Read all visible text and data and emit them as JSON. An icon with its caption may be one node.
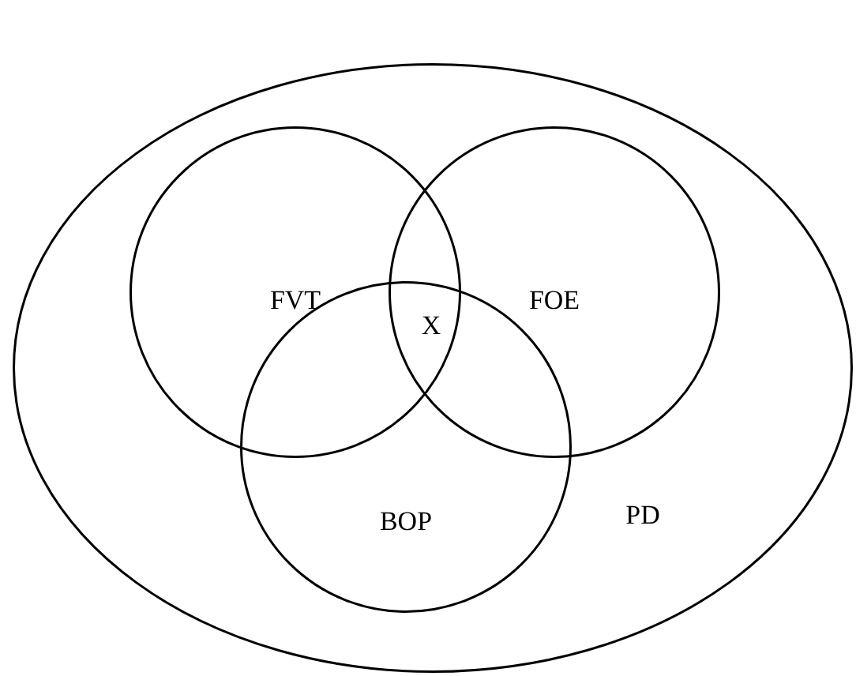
{
  "diagram": {
    "nodes": [
      {
        "text": [
          "PD"
        ]
      },
      {
        "text": [
          "FVT"
        ],
        "in": 0
      },
      {
        "text": [
          "FOE"
        ],
        "in": 0
      },
      {
        "text": [
          "BOP"
        ],
        "in": 0
      }
    ],
    "labels": [
      "X"
    ]
  }
}
